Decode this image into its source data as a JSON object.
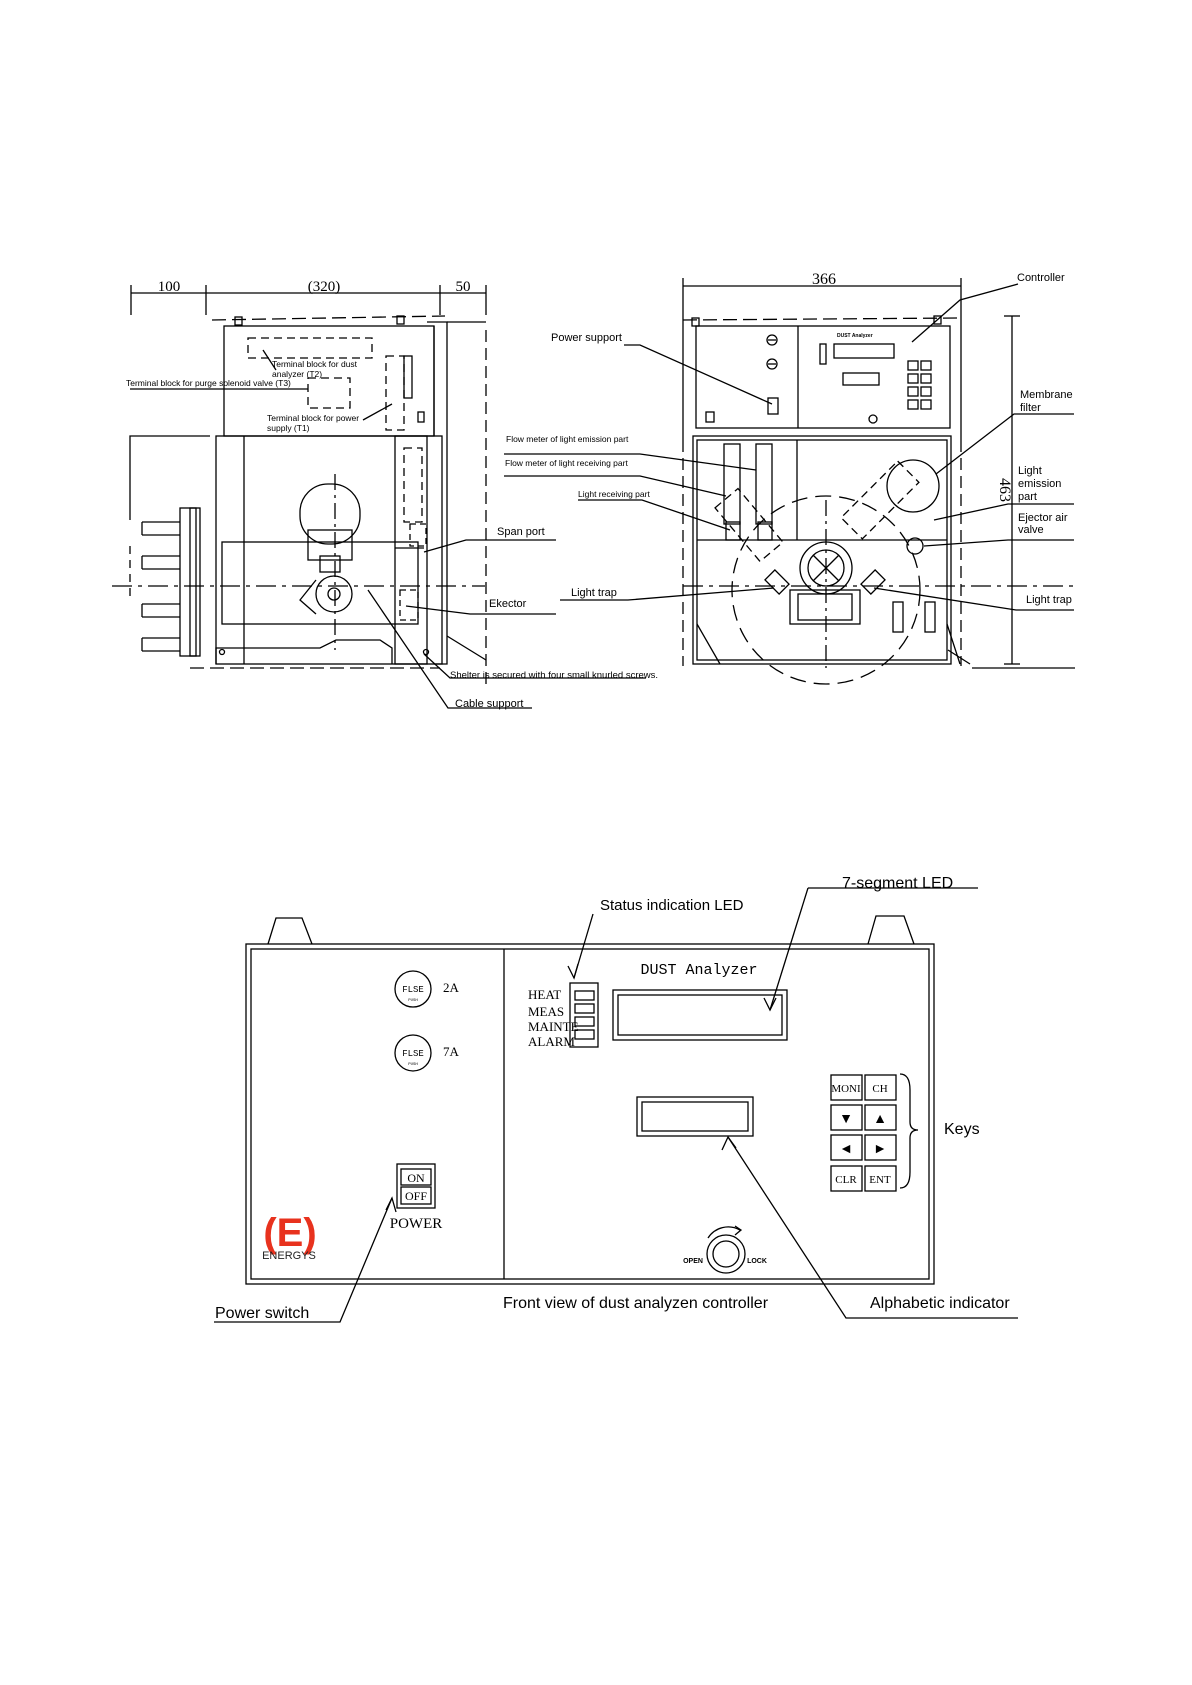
{
  "top_drawing": {
    "dimensions": {
      "left_offset": "100",
      "depth": "(320)",
      "right_offset": "50",
      "width": "366",
      "height": "463"
    },
    "side_labels": {
      "terminal_dust_analyzer": [
        "Terminal block for dust",
        "analyzer (T2)"
      ],
      "terminal_purge_valve": "Terminal block for purge solenoid valve (T3)",
      "terminal_power_supply": [
        "Terminal block for power",
        "supply (T1)"
      ],
      "span_port": "Span port",
      "ejector": "Ekector",
      "shelter_note": "Shelter is secured with four small knurled screws.",
      "cable_support": "Cable support"
    },
    "front_labels": {
      "power_support": "Power support",
      "controller": "Controller",
      "flow_meter_emission": "Flow meter of light emission part",
      "flow_meter_receiving": "Flow meter of light receiving part",
      "light_receiving_part": "Light receiving part",
      "membrane_filter": [
        "Membrane",
        "filter"
      ],
      "light_emission_part": [
        "Light",
        "emission",
        "part"
      ],
      "ejector_air_valve": [
        "Ejector air",
        "valve"
      ],
      "light_trap_left": "Light trap",
      "light_trap_right": "Light trap",
      "mini_panel_title": "DUST Analyzer"
    }
  },
  "front_panel": {
    "fuses": [
      {
        "text": "FLSE",
        "sub": "PUSH",
        "rating": "2A"
      },
      {
        "text": "FLSE",
        "sub": "PUSH",
        "rating": "7A"
      }
    ],
    "power_switch": {
      "on": "ON",
      "off": "OFF",
      "label": "POWER"
    },
    "logo": {
      "mark": "(E)",
      "name": "ENERGYS"
    },
    "title": "DUST Analyzer",
    "status_leds": [
      "HEAT",
      "MEAS",
      "MAINTE",
      "ALARM"
    ],
    "keys": [
      "MONI",
      "CH",
      "▼",
      "▲",
      "◄",
      "►",
      "CLR",
      "ENT"
    ],
    "lock": {
      "open": "OPEN",
      "lock": "LOCK"
    },
    "callouts": {
      "status_led": "Status indication LED",
      "seven_segment": "7-segment LED",
      "keys": "Keys",
      "power_switch": "Power switch",
      "alphabetic_indicator": "Alphabetic indicator"
    },
    "caption": "Front view of dust analyzen controller"
  },
  "colors": {
    "line": "#000000",
    "logo_red": "#e8321e",
    "logo_dark": "#222222"
  }
}
